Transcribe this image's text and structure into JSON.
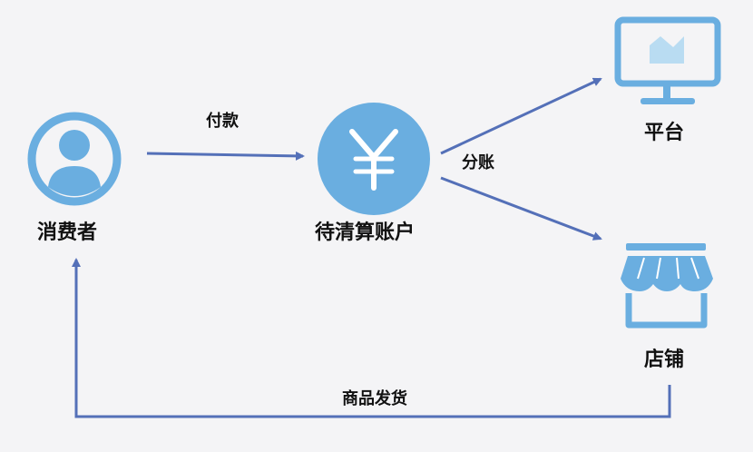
{
  "nodes": {
    "consumer": {
      "label": "消费者",
      "icon": "user-icon"
    },
    "pending_account": {
      "label": "待清算账户",
      "icon": "yen-icon"
    },
    "platform": {
      "label": "平台",
      "icon": "monitor-icon"
    },
    "store": {
      "label": "店铺",
      "icon": "store-icon"
    }
  },
  "edges": {
    "payment": {
      "label": "付款",
      "from": "consumer",
      "to": "pending_account"
    },
    "split": {
      "label": "分账",
      "from": "pending_account",
      "to": [
        "platform",
        "store"
      ]
    },
    "delivery": {
      "label": "商品发货",
      "from": "store",
      "to": "consumer"
    }
  },
  "colors": {
    "background": "#f4f4f6",
    "node_fill": "#6aaee0",
    "node_light": "#b9dcf2",
    "arrow": "#5470b8",
    "text": "#111111"
  }
}
